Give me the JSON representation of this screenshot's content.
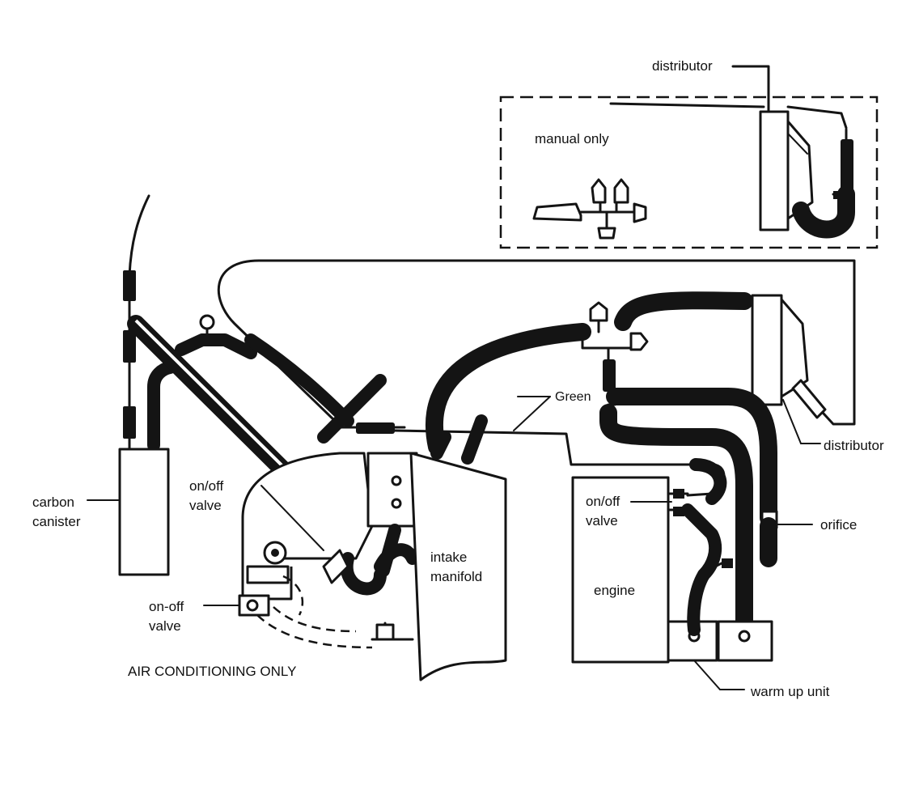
{
  "labels": {
    "distributor_top": "distributor",
    "manual_only": "manual only",
    "green": "Green",
    "distributor_right": "distributor",
    "carbon_canister_line1": "carbon",
    "carbon_canister_line2": "canister",
    "onoff_valve_left_line1": "on/off",
    "onoff_valve_left_line2": "valve",
    "intake_manifold_line1": "intake",
    "intake_manifold_line2": "manifold",
    "onoff_valve_right_line1": "on/off",
    "onoff_valve_right_line2": "valve",
    "orifice": "orifice",
    "engine": "engine",
    "onoff_valve_bottom_line1": "on-off",
    "onoff_valve_bottom_line2": "valve",
    "air_conditioning_only": "AIR CONDITIONING ONLY",
    "warm_up_unit": "warm up unit"
  }
}
